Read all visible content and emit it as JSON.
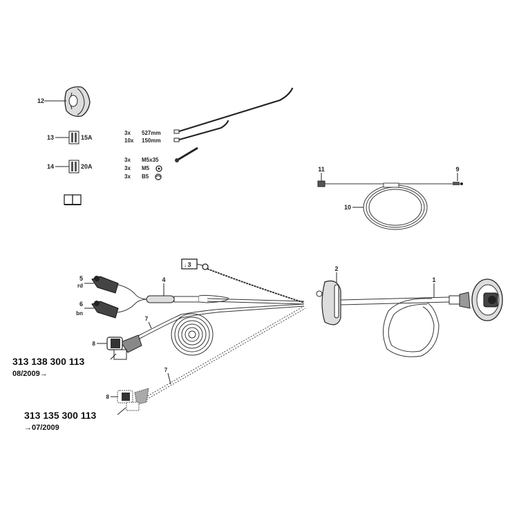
{
  "diagram": {
    "title": "Towbar electrical wiring kit exploded parts diagram",
    "callouts": {
      "p1": "1",
      "p2": "2",
      "p3": "3",
      "p4": "4",
      "p5": "5",
      "p5_color": "rd",
      "p6": "6",
      "p6_color": "bn",
      "p7a": "7",
      "p7b": "7",
      "p8a": "8",
      "p8b": "8",
      "p9": "9",
      "p10": "10",
      "p11": "11",
      "p12": "12",
      "p13": "13",
      "p14": "14"
    },
    "fuses": {
      "f13": "15A",
      "f14": "20A"
    },
    "hardware": [
      {
        "qty": "3x",
        "item": "527mm"
      },
      {
        "qty": "10x",
        "item": "150mm"
      },
      {
        "qty": "3x",
        "item": "M5x35"
      },
      {
        "qty": "3x",
        "item": "M5"
      },
      {
        "qty": "3x",
        "item": "B5"
      }
    ],
    "variants": [
      {
        "part_number": "313 138 300 113",
        "validity": "08/2009→"
      },
      {
        "part_number": "313 135 300 113",
        "validity": "→07/2009"
      }
    ],
    "icons": {
      "manual": "manual-book-icon",
      "ground": "ground-symbol-icon"
    }
  }
}
